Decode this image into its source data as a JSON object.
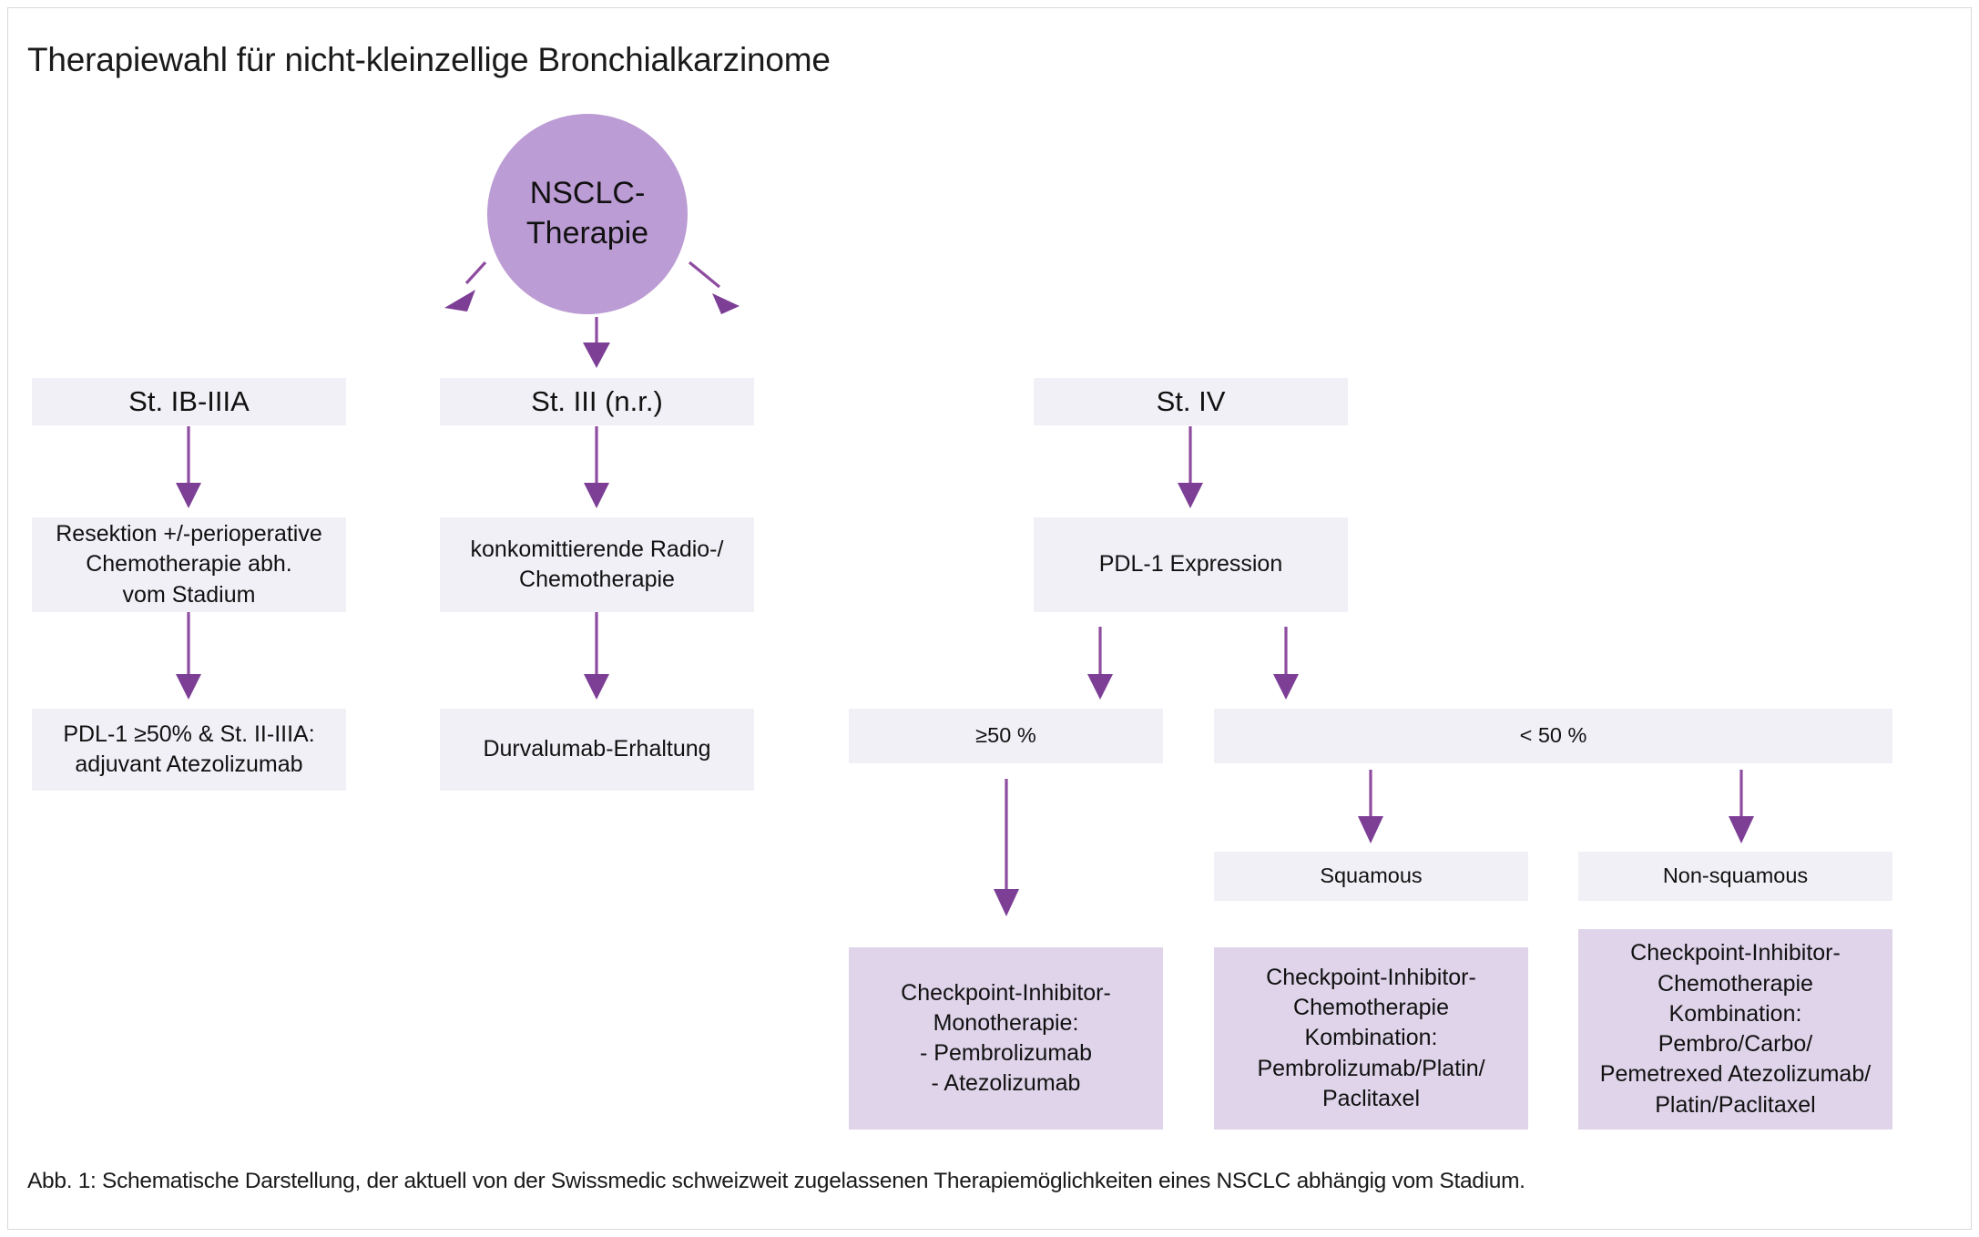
{
  "figure": {
    "title": "Therapiewahl für nicht-kleinzellige Bronchialkarzinome",
    "caption": "Abb. 1: Schematische Darstellung, der aktuell von der Swissmedic schweizweit zugelassenen Therapiemöglichkeiten eines NSCLC abhängig vom Stadium.",
    "colors": {
      "root_fill": "#bc9cd4",
      "box_fill": "#f2f0f7",
      "accent_box_fill": "#dfd4ea",
      "arrow": "#8e4ca0",
      "text": "#111111",
      "frame_border": "#d9d9d9"
    }
  },
  "root": {
    "line1": "NSCLC-",
    "line2": "Therapie"
  },
  "branches": {
    "early": {
      "header": "St. IB-IIIA",
      "step1": {
        "line1": "Resektion +/-perioperative",
        "line2": "Chemotherapie abh.",
        "line3": "vom Stadium"
      },
      "step2": {
        "line1": "PDL-1 ≥50% & St. II-IIIA:",
        "line2": "adjuvant Atezolizumab"
      }
    },
    "locally_advanced": {
      "header": "St. III (n.r.)",
      "step1": {
        "line1": "konkomittierende Radio-/",
        "line2": "Chemotherapie"
      },
      "step2": {
        "line1": "Durvalumab-Erhaltung"
      }
    },
    "metastatic": {
      "header": "St. IV",
      "biomarker": "PDL-1 Expression",
      "high": {
        "label": "≥50 %",
        "treatment": {
          "line1": "Checkpoint-Inhibitor-",
          "line2": "Monotherapie:",
          "line3": "- Pembrolizumab",
          "line4": "- Atezolizumab"
        }
      },
      "low": {
        "label": "< 50 %",
        "squamous": {
          "label": "Squamous",
          "treatment": {
            "line1": "Checkpoint-Inhibitor-",
            "line2": "Chemotherapie",
            "line3": "Kombination:",
            "line4": "Pembrolizumab/Platin/",
            "line5": "Paclitaxel"
          }
        },
        "nonsquamous": {
          "label": "Non-squamous",
          "treatment": {
            "line1": "Checkpoint-Inhibitor-",
            "line2": "Chemotherapie",
            "line3": "Kombination:",
            "line4": "Pembro/Carbo/",
            "line5": "Pemetrexed Atezolizumab/",
            "line6": "Platin/Paclitaxel"
          }
        }
      }
    }
  }
}
